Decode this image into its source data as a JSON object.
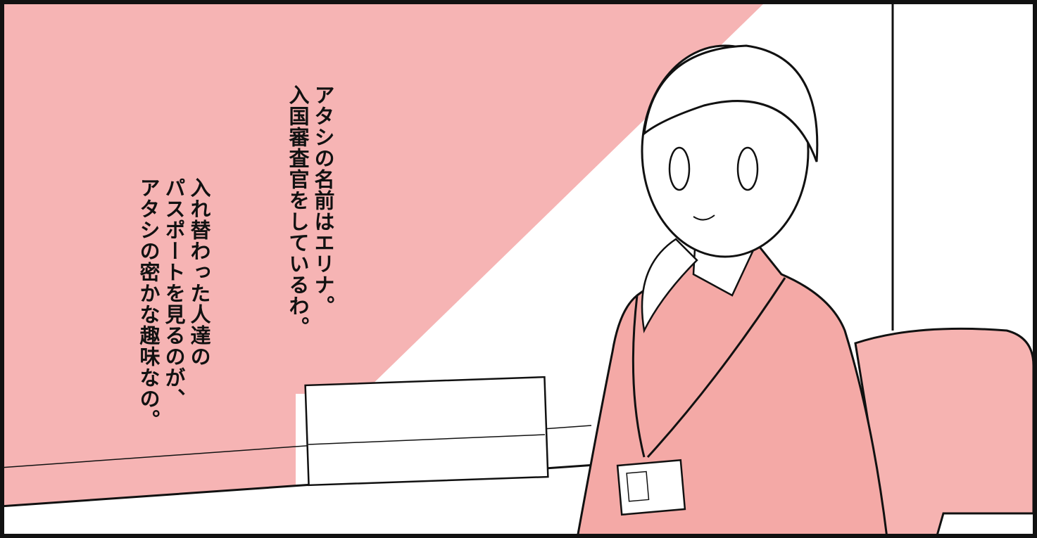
{
  "panel": {
    "colors": {
      "background_pink": "#f6b4b4",
      "stripe_white": "#ffffff",
      "suit_pink": "#f4a9a6",
      "chair_pink": "#f6b3b1",
      "line": "#111111"
    },
    "caption_1": {
      "line_1": "アタシの名前はエリナ。",
      "line_2": "入国審査官をしているわ。"
    },
    "caption_2": {
      "line_1": "入れ替わった人達の",
      "line_2": "パスポートを見るのが、",
      "line_3": "アタシの密かな趣味なの。"
    }
  }
}
